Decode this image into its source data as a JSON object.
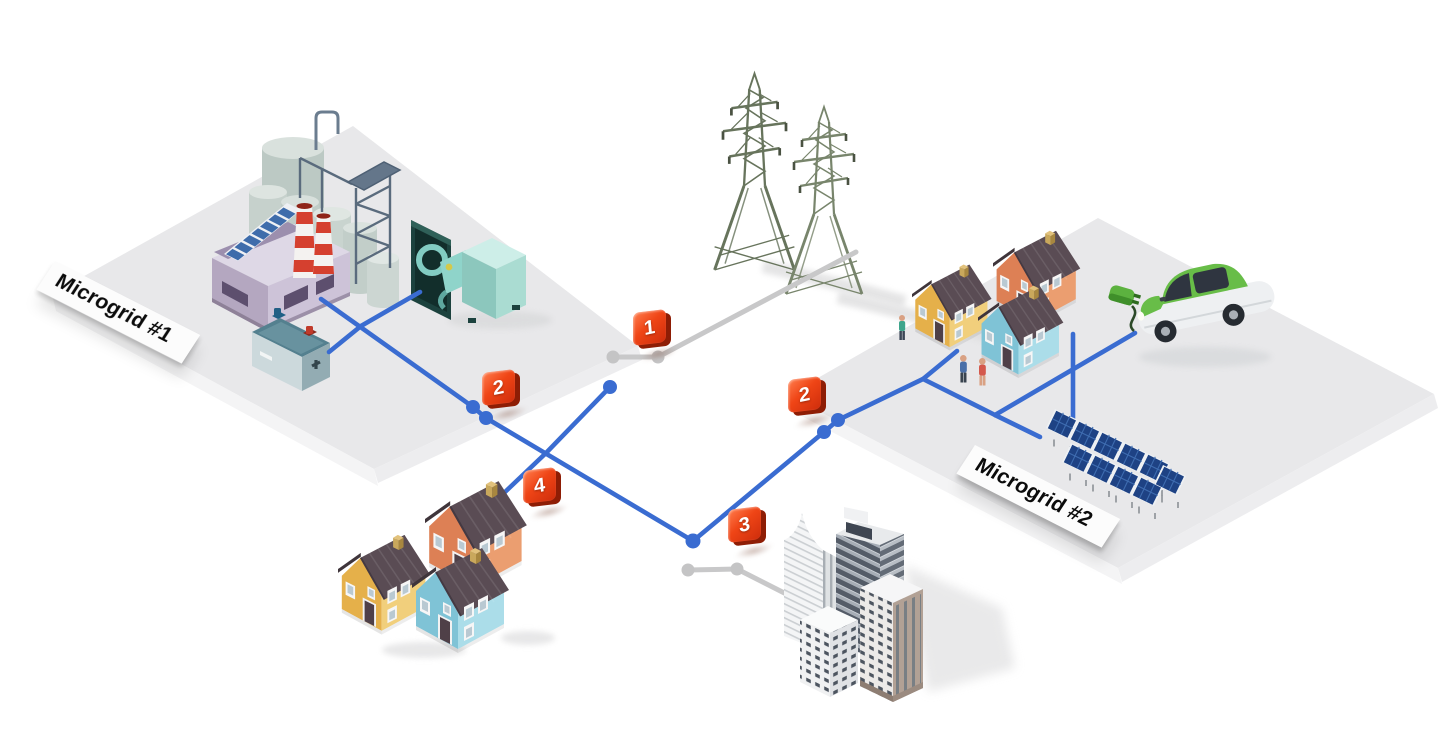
{
  "diagram": {
    "platform1": {
      "label": "Microgrid #1"
    },
    "platform2": {
      "label": "Microgrid #2"
    },
    "markers": {
      "grid_tie": "1",
      "switch_mg1": "2",
      "switch_mg2": "2",
      "city_tie": "3",
      "houses_tie": "4"
    },
    "colors": {
      "energized_line": "#3a6cd1",
      "deenergized_line": "#c8c8c9",
      "marker_red": "#e03514",
      "platform_gray": "#e8e8ea"
    },
    "components": [
      "transmission-towers",
      "power-plant",
      "rooftop-solar",
      "diesel-generator",
      "battery-storage",
      "residential-houses",
      "city-buildings",
      "electric-car",
      "charging-plug",
      "solar-array",
      "pedestrians"
    ]
  }
}
